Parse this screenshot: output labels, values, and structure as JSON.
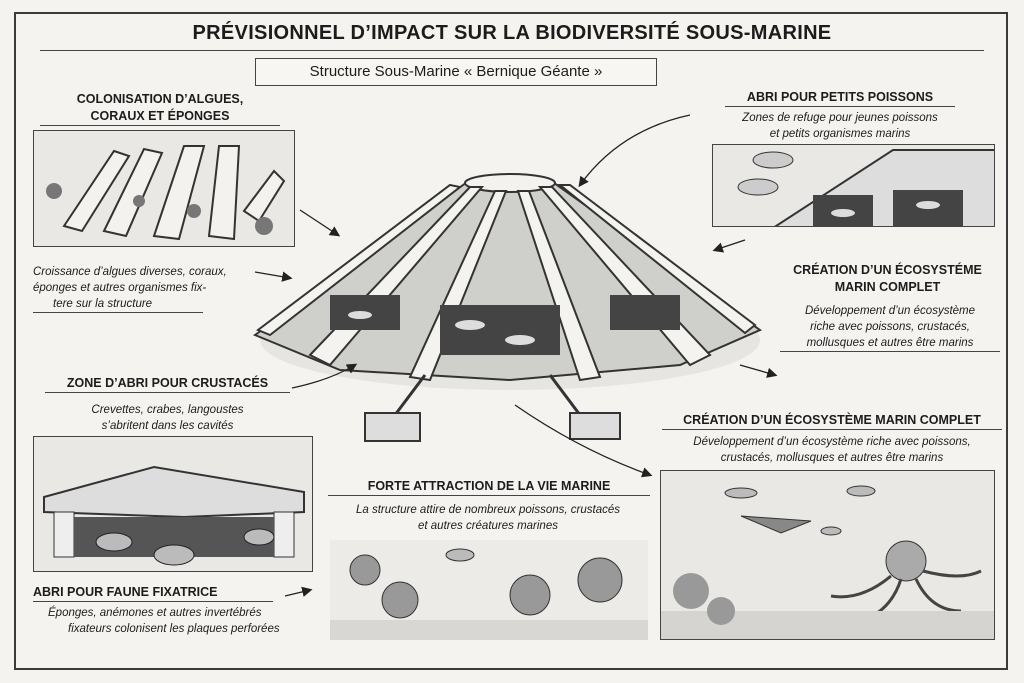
{
  "title": "PRÉVISIONNEL D’IMPACT SUR LA BIODIVERSITÉ SOUS-MARINE",
  "subtitle": "Structure Sous-Marine « Bernique Géante »",
  "sections": {
    "algae": {
      "heading_1": "COLONISATION D’ALGUES,",
      "heading_2": "CORAUX ET ÉPONGES",
      "desc_1": "Croissance d’algues diverses, coraux,",
      "desc_2": "éponges et autres organismes fix-",
      "desc_3": "tere sur la structure"
    },
    "crustaceans": {
      "heading": "ZONE D’ABRI POUR CRUSTACÉS",
      "desc_1": "Crevettes, crabes, langoustes",
      "desc_2": "s’abritent dans les cavités"
    },
    "sessile": {
      "heading": "ABRI POUR FAUNE FIXATRICE",
      "desc_1": "Éponges, anémones et autres invertébrés",
      "desc_2": "fixateurs colonisent les plaques perforées"
    },
    "small_fish": {
      "heading": "ABRI POUR PETITS POISSONS",
      "desc_1": "Zones de refuge pour jeunes poissons",
      "desc_2": "et petits organismes marins"
    },
    "ecosystem_1": {
      "heading_1": "CRÉATION D’UN ÉCOSYSTÉME",
      "heading_2": "MARIN COMPLET",
      "desc_1": "Développement d’un écosystème",
      "desc_2": "riche avec poissons, crustacés,",
      "desc_3": "mollusques et autres être marins"
    },
    "attraction": {
      "heading": "FORTE ATTRACTION DE LA VIE MARINE",
      "desc_1": "La structure attire de nombreux poissons, crustacés",
      "desc_2": "et autres créatures marines"
    },
    "ecosystem_2": {
      "heading": "CRÉATION D’UN ÉCOSYSTÈME MARIN COMPLET",
      "desc_1": "Développement d’un écosystème riche avec poissons,",
      "desc_2": "crustacés, mollusques et autres être marins"
    }
  }
}
